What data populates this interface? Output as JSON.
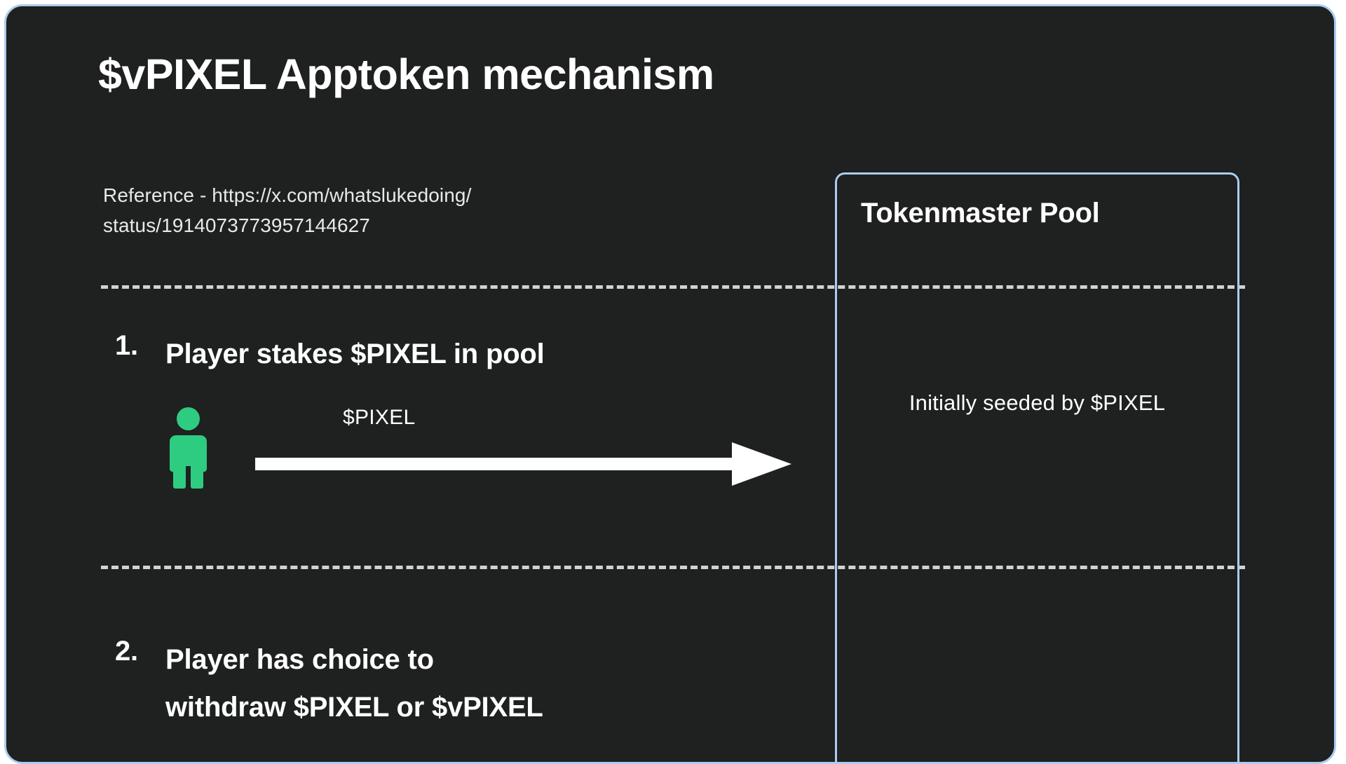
{
  "slide": {
    "title": "$vPIXEL Apptoken mechanism",
    "background_color": "#1f2020",
    "frame_border_color": "#a9cef0",
    "accent_green": "#2ecc80",
    "text_color": "#ffffff"
  },
  "reference": {
    "line1": "Reference - https://x.com/whatslukedoing/",
    "line2": "status/1914073773957144627"
  },
  "steps": [
    {
      "number": "1.",
      "text": "Player stakes $PIXEL in pool",
      "flow": {
        "actor_icon": "person-icon",
        "arrow_label": "$PIXEL",
        "arrow_icon": "arrow-right-icon"
      }
    },
    {
      "number": "2.",
      "text": "Player has choice to\nwithdraw $PIXEL or $vPIXEL"
    }
  ],
  "pool_panel": {
    "title": "Tokenmaster Pool",
    "seed_text": "Initially seeded by $PIXEL",
    "border_color": "#a9cef0"
  },
  "dividers": {
    "style": "dashed",
    "color": "#d2d2d2",
    "count": 2
  }
}
